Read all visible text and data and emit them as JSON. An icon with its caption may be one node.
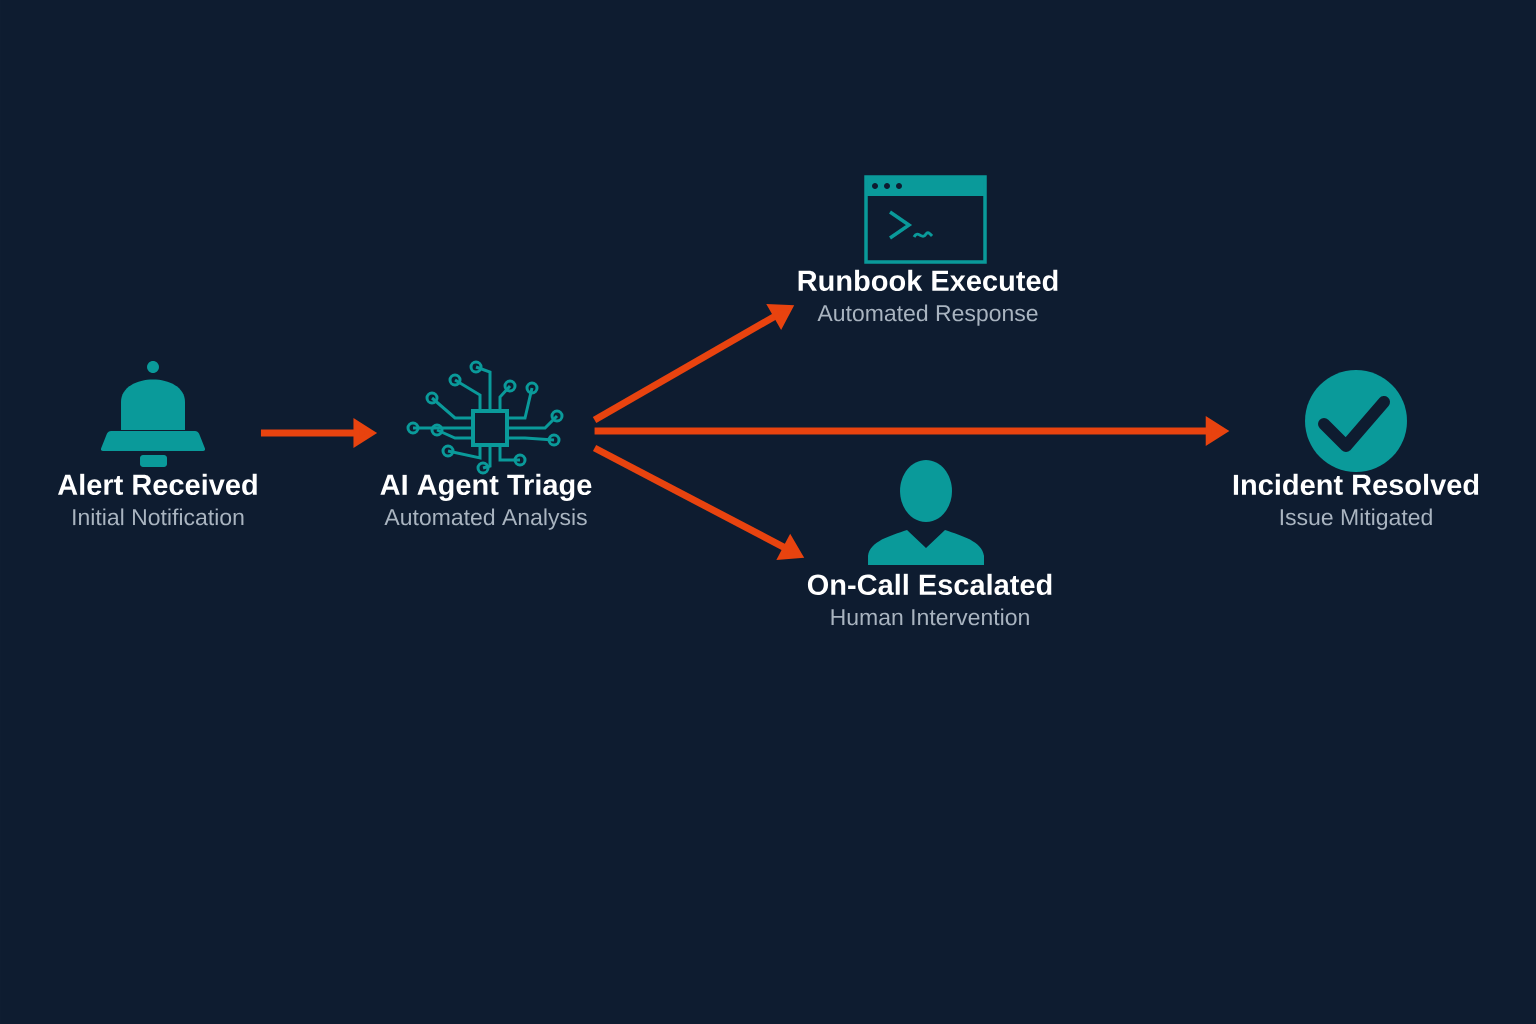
{
  "diagram": {
    "nodes": [
      {
        "text": [
          "Alert Received",
          "Initial Notification"
        ]
      },
      {
        "text": [
          "AI Agent Triage",
          "Automated Analysis"
        ]
      },
      {
        "text": [
          "Runbook Executed",
          "Automated Response"
        ]
      },
      {
        "text": [
          "On-Call Escalated",
          "Human Intervention"
        ]
      },
      {
        "text": [
          "Incident Resolved",
          "Issue Mitigated"
        ]
      }
    ],
    "edges": [
      {
        "from": 0,
        "to": 1,
        "arrow": "to"
      },
      {
        "from": 1,
        "to": 2,
        "arrow": "to"
      },
      {
        "from": 1,
        "to": 4,
        "arrow": "to"
      },
      {
        "from": 1,
        "to": 3,
        "arrow": "to"
      }
    ]
  }
}
